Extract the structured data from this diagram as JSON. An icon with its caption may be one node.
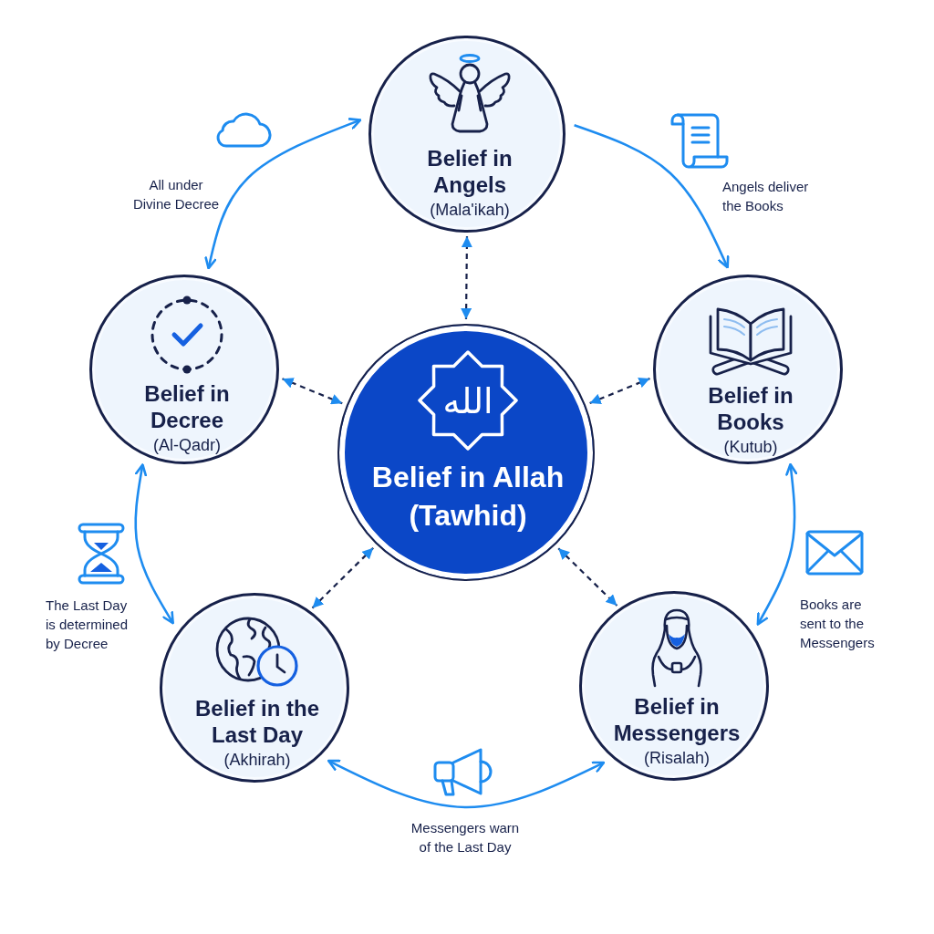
{
  "diagram": {
    "nodes": [
      {
        "text": [
          "Belief in Angels",
          "(Mala'ikah)"
        ]
      },
      {
        "text": [
          "Belief in Decree",
          "(Al-Qadr)"
        ]
      },
      {
        "text": [
          "Belief in Books",
          "(Kutub)"
        ]
      },
      {
        "text": [
          "الله",
          "Belief in Allah (Tawhid)"
        ]
      },
      {
        "text": [
          "Belief in the Last Day",
          "(Akhirah)"
        ]
      },
      {
        "text": [
          "Belief in Messengers",
          "(Risalah)"
        ]
      }
    ],
    "edges": [
      {
        "from": 1,
        "to": 0,
        "arrow": "both",
        "label": "All under Divine Decree"
      },
      {
        "from": 0,
        "to": 2,
        "arrow": "to",
        "label": "Angels deliver the Books"
      },
      {
        "from": 2,
        "to": 5,
        "arrow": "both",
        "label": "Books are sent to the Messengers"
      },
      {
        "from": 1,
        "to": 4,
        "arrow": "both",
        "label": "The Last Day is determined by Decree"
      },
      {
        "from": 5,
        "to": 4,
        "arrow": "both",
        "label": "Messengers warn of the Last Day"
      },
      {
        "from": 3,
        "to": 0,
        "arrow": "both",
        "style": "dashed",
        "color": "#17214a"
      },
      {
        "from": 3,
        "to": 2,
        "arrow": "both",
        "style": "dashed",
        "color": "#17214a"
      },
      {
        "from": 3,
        "to": 5,
        "arrow": "both",
        "style": "dashed",
        "color": "#17214a"
      },
      {
        "from": 3,
        "to": 4,
        "arrow": "both",
        "style": "dashed",
        "color": "#17214a"
      },
      {
        "from": 3,
        "to": 1,
        "arrow": "both",
        "style": "dashed",
        "color": "#17214a"
      }
    ]
  }
}
